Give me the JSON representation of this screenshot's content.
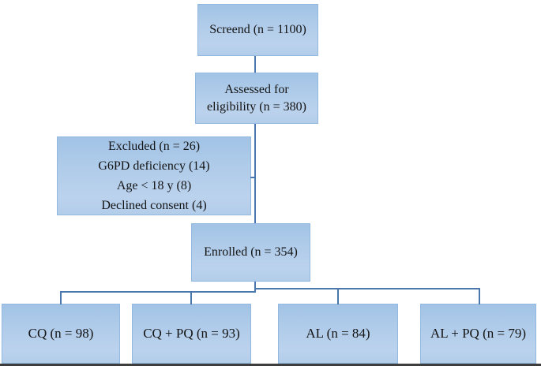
{
  "figure": {
    "kind": "enrollment-flow-diagram",
    "colors": {
      "box_fill_top": "#a2c3e6",
      "box_fill_bottom": "#bbd2ed",
      "box_border": "#93b9e0",
      "connector": "#4a77ae",
      "text": "#141414",
      "bottom_rule": "#3d3d3d",
      "background": "#ffffff"
    }
  },
  "nodes": {
    "screened": {
      "label": "Screend (n = 1100)"
    },
    "assessed": {
      "line1": "Assessed for",
      "line2": "eligibility (n = 380)"
    },
    "excluded": {
      "lines": [
        "Excluded (n = 26)",
        "G6PD deficiency (14)",
        "Age < 18 y (8)",
        "Declined consent (4)"
      ]
    },
    "enrolled": {
      "label": "Enrolled (n = 354)"
    },
    "arms": [
      {
        "label": "CQ (n = 98)"
      },
      {
        "label": "CQ + PQ (n = 93)"
      },
      {
        "label": "AL (n = 84)"
      },
      {
        "label": "AL + PQ (n = 79)"
      }
    ]
  }
}
